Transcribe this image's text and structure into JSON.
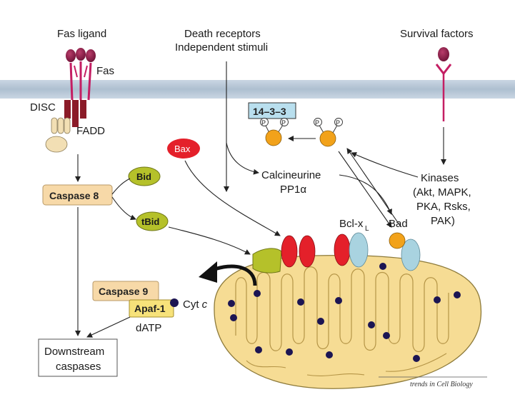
{
  "labels": {
    "fas_ligand": "Fas ligand",
    "fas": "Fas",
    "disc": "DISC",
    "fadd": "FADD",
    "death_receptors_1": "Death receptors",
    "death_receptors_2": "Independent stimuli",
    "survival_factors": "Survival factors",
    "fourteen_three_three": "14–3–3",
    "phospho": "P",
    "bax": "Bax",
    "bid": "Bid",
    "tbid": "tBid",
    "caspase8": "Caspase 8",
    "calcineurine_1": "Calcineurine",
    "calcineurine_2": "PP1α",
    "kinases_1": "Kinases",
    "kinases_2": "(Akt, MAPK,",
    "kinases_3": "PKA, Rsks,",
    "kinases_4": "PAK)",
    "bclxl": "Bcl-x",
    "bclxl_sub": "L",
    "bad": "Bad",
    "caspase9": "Caspase 9",
    "apaf1": "Apaf-1",
    "cytc": "Cyt ",
    "cytc_italic": "c",
    "datp": "dATP",
    "downstream_1": "Downstream",
    "downstream_2": "caspases",
    "credit": "trends in Cell Biology"
  },
  "colors": {
    "membrane": "#b9c9d9",
    "fas_ligand": "#8a1f4a",
    "fas_receptor": "#c41e63",
    "disc": "#8b1b28",
    "fadd": "#f2dfb4",
    "bax": "#e4202a",
    "bid": "#b5c12a",
    "caspase": "#f7d9a8",
    "apaf1": "#f7e27a",
    "bclxl": "#a9d3e0",
    "bad": "#f2a21a",
    "mitochondrion": "#f6dc94",
    "cytc_dot": "#1c1553",
    "box_1433": "#b9dfee"
  }
}
